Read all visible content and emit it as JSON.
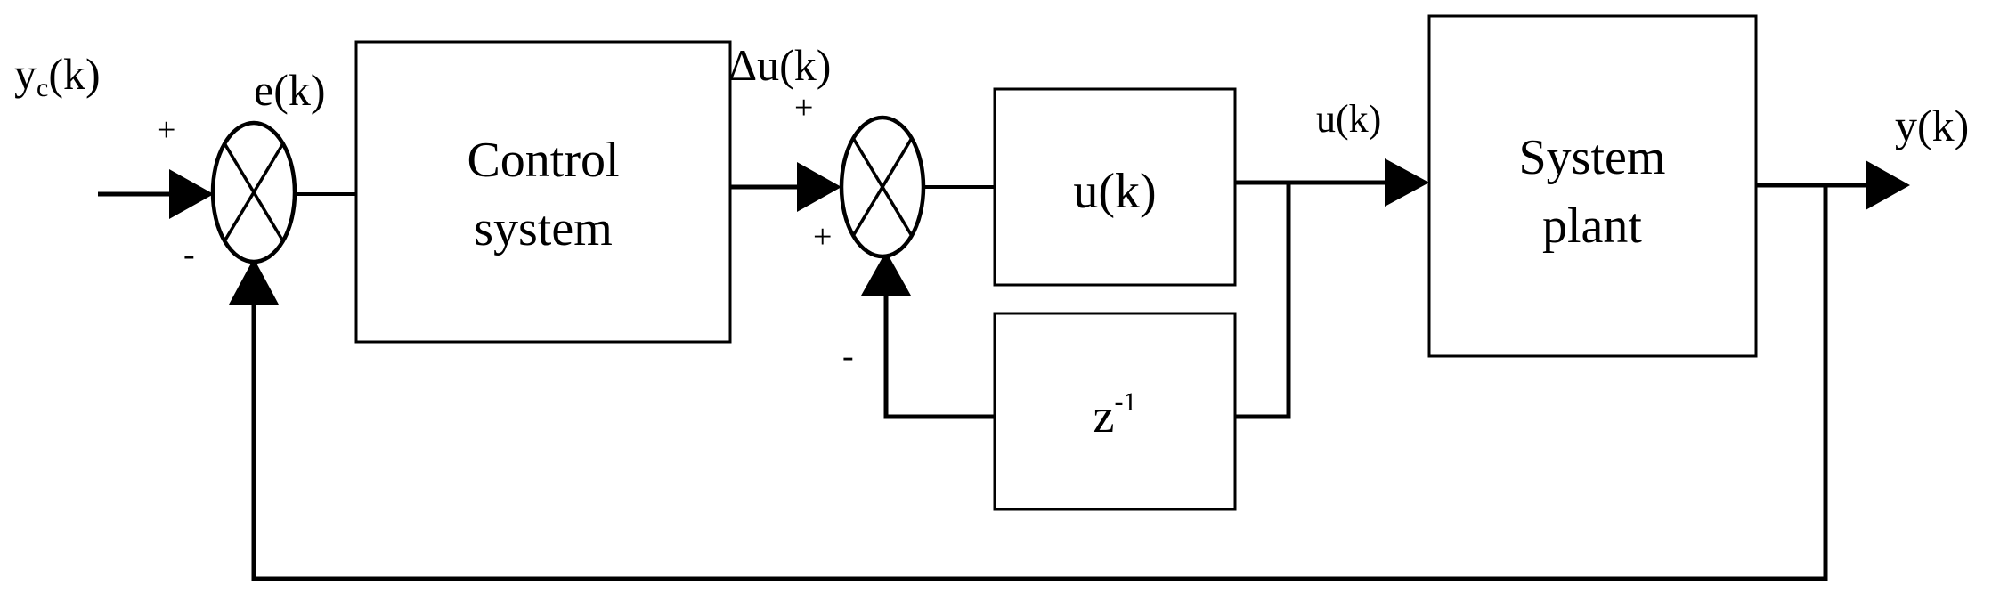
{
  "diagram": {
    "signals": {
      "reference": "y",
      "reference_sub": "c",
      "reference_arg": "(k)",
      "error": "e(k)",
      "delta_u": "Δu(k)",
      "u_out": "u(k)",
      "output": "y(k)"
    },
    "signs": {
      "sum1_plus": "+",
      "sum1_minus": "-",
      "sum2_top_plus": "+",
      "sum2_left_plus": "+",
      "sum2_minus": "-"
    },
    "blocks": {
      "control_line1": "Control",
      "control_line2": "system",
      "u_block": "u(k)",
      "delay_base": "z",
      "delay_exp": "-1",
      "plant_line1": "System",
      "plant_line2": "plant"
    }
  }
}
